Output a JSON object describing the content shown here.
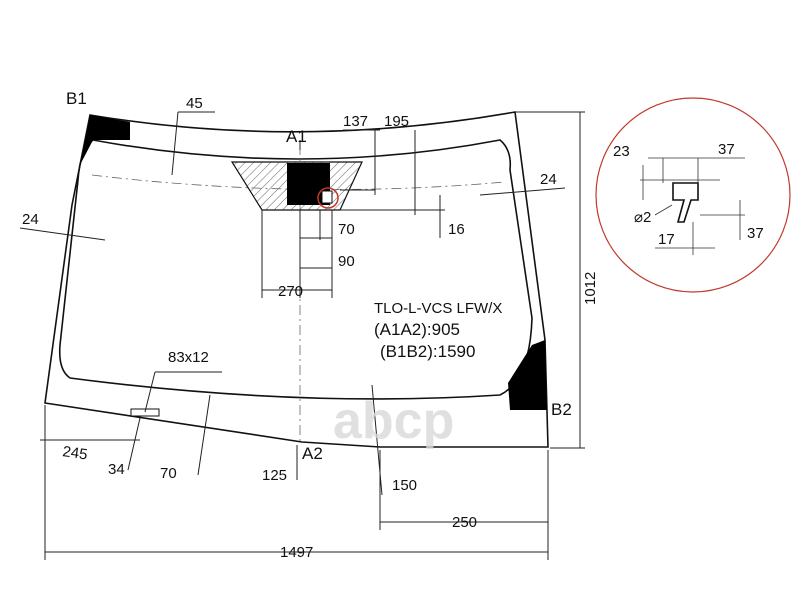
{
  "part_code": "TLO-L-VCS LFW/X",
  "specs": [
    "(A1A2):905",
    "(B1B2):1590"
  ],
  "points": {
    "a1": "A1",
    "a2": "A2",
    "b1": "B1",
    "b2": "B2"
  },
  "dimensions": {
    "d45": "45",
    "d137": "137",
    "d195": "195",
    "d24_top_right": "24",
    "d24_left": "24",
    "d16": "16",
    "d70_top": "70",
    "d90": "90",
    "d270": "270",
    "d1012": "1012",
    "d83x12": "83x12",
    "d245": "245",
    "d34": "34",
    "d70_bottom": "70",
    "d125": "125",
    "d150": "150",
    "d250": "250",
    "d1497": "1497"
  },
  "detail": {
    "d23": "23",
    "d37_top": "37",
    "d37_right": "37",
    "d17": "17",
    "d_diam2": "⌀2"
  },
  "watermark": "abcp",
  "colors": {
    "line": "#111111",
    "detail_circle": "#c0392b",
    "fill_black": "#000000",
    "watermark": "#d9d9d9"
  }
}
